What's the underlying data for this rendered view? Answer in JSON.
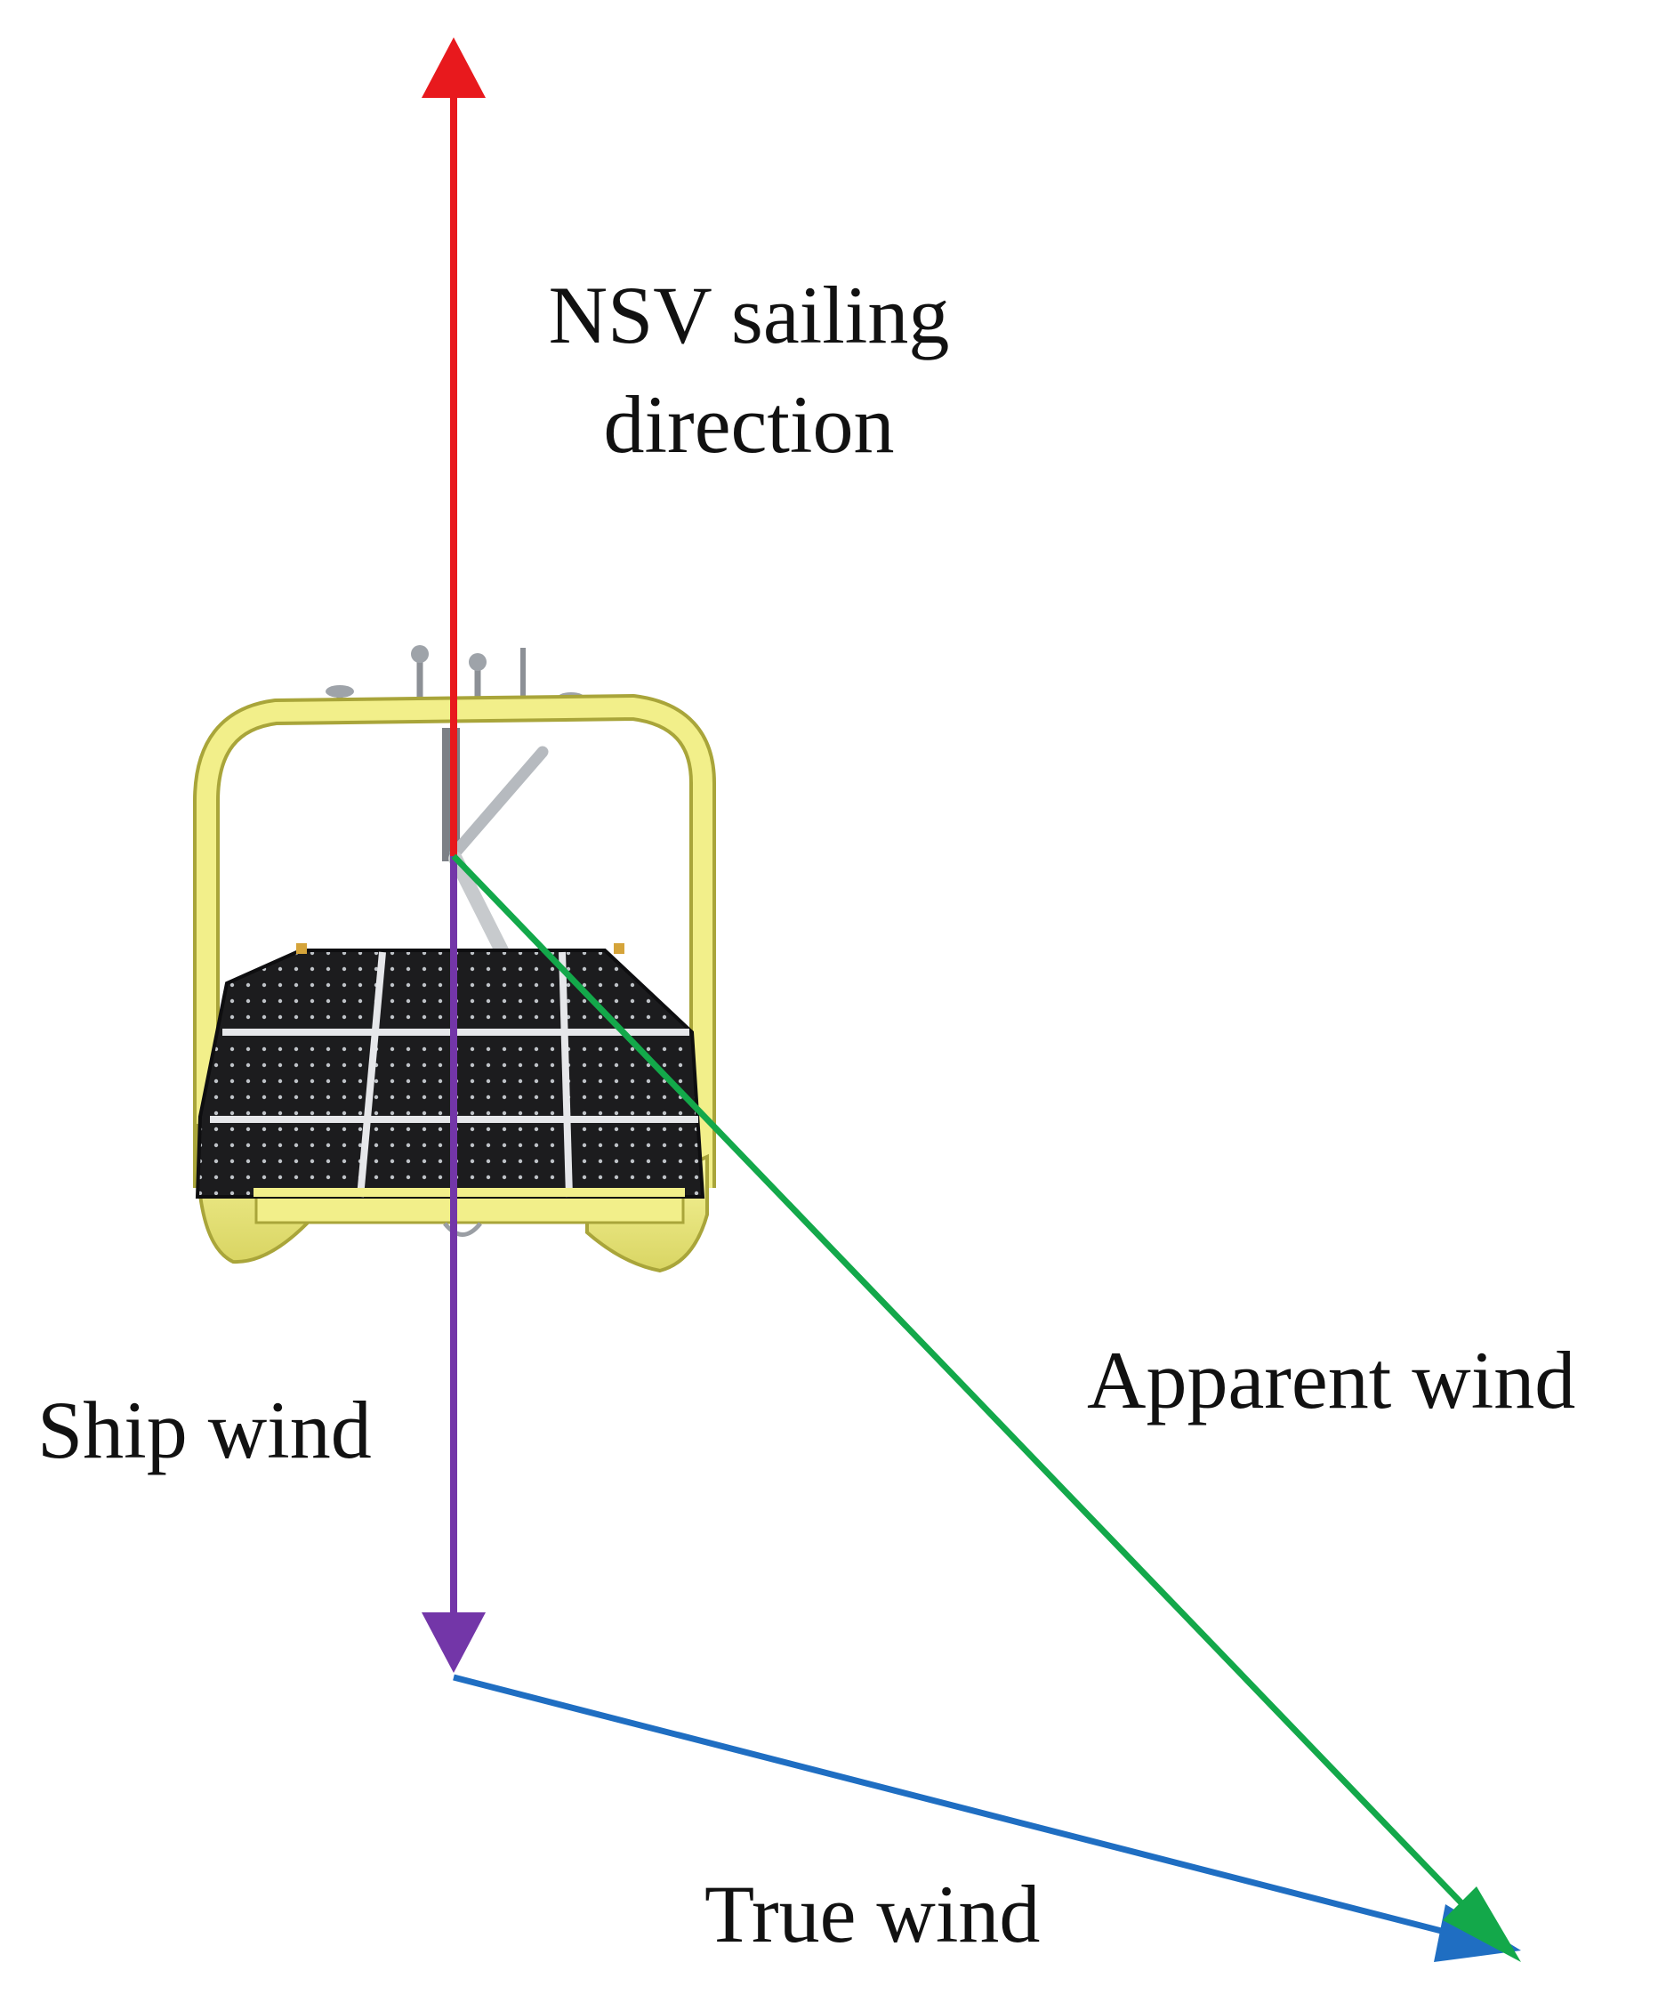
{
  "labels": {
    "sailing_line1": "NSV sailing",
    "sailing_line2": "direction",
    "apparent_wind": "Apparent wind",
    "ship_wind": "Ship wind",
    "true_wind": "True wind"
  },
  "colors": {
    "sailing_direction": "#e8191d",
    "ship_wind": "#7336a8",
    "apparent_wind": "#13a84a",
    "true_wind": "#1f6ec2",
    "hull_yellow": "#f2ef8a",
    "hull_outline": "#a9a53a",
    "solar_panel": "#1c1c1e"
  }
}
